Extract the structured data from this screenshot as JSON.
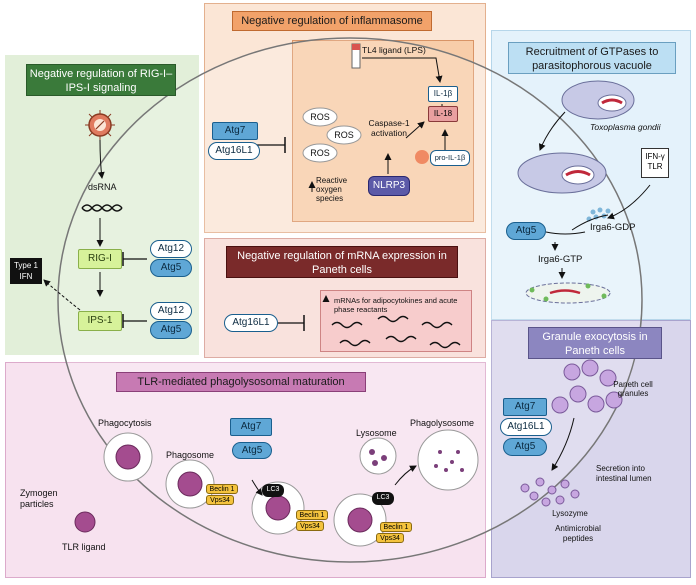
{
  "rig": {
    "title": "Negative regulation of RIG-I–IPS-I signaling",
    "dsrna": "dsRNA",
    "rigi": "RIG-I",
    "ips1": "IPS-1",
    "type1ifn": "Type 1 IFN",
    "atg12": "Atg12",
    "atg5": "Atg5"
  },
  "inflammasome": {
    "title": "Negative regulation of inflammasome",
    "atg7": "Atg7",
    "atg16l1": "Atg16L1",
    "ros": "ROS",
    "reactive_oxygen": "Reactive oxygen species",
    "tl4_ligand": "TL4 ligand (LPS)",
    "caspase": "Caspase-1 activation",
    "il1b": "IL-1β",
    "il18": "IL-18",
    "pro_il1b": "pro-IL-1β",
    "nlrp3": "NLRP3"
  },
  "gtpases": {
    "title": "Recruitment of GTPases to parasitophorous vacuole",
    "toxoplasma": "Toxoplasma gondii",
    "ifn_tlr": "IFN-γ TLR",
    "atg5": "Atg5",
    "irga6_gdp": "Irga6-GDP",
    "irga6_gtp": "Irga6-GTP"
  },
  "mrna": {
    "title": "Negative regulation of mRNA expression in Paneth cells",
    "atg16l1": "Atg16L1",
    "mrnas": "mRNAs for adipocytokines and acute phase reactants"
  },
  "granule": {
    "title": "Granule exocytosis in Paneth cells",
    "paneth_granules": "Paneth cell granules",
    "atg7": "Atg7",
    "atg16l1": "Atg16L1",
    "atg5": "Atg5",
    "secretion": "Secretion into intestinal lumen",
    "lysozyme": "Lysozyme",
    "antimicrobial": "Antimicrobial peptides"
  },
  "tlr": {
    "title": "TLR-mediated phagolysosomal maturation",
    "phagocytosis": "Phagocytosis",
    "zymogen": "Zymogen particles",
    "tlr_ligand": "TLR ligand",
    "phagosome": "Phagosome",
    "atg7": "Atg7",
    "atg5": "Atg5",
    "lc3": "LC3",
    "beclin1": "Beclin 1",
    "vps34": "Vps34",
    "lysosome": "Lysosome",
    "phagolysosome": "Phagolysosome"
  }
}
